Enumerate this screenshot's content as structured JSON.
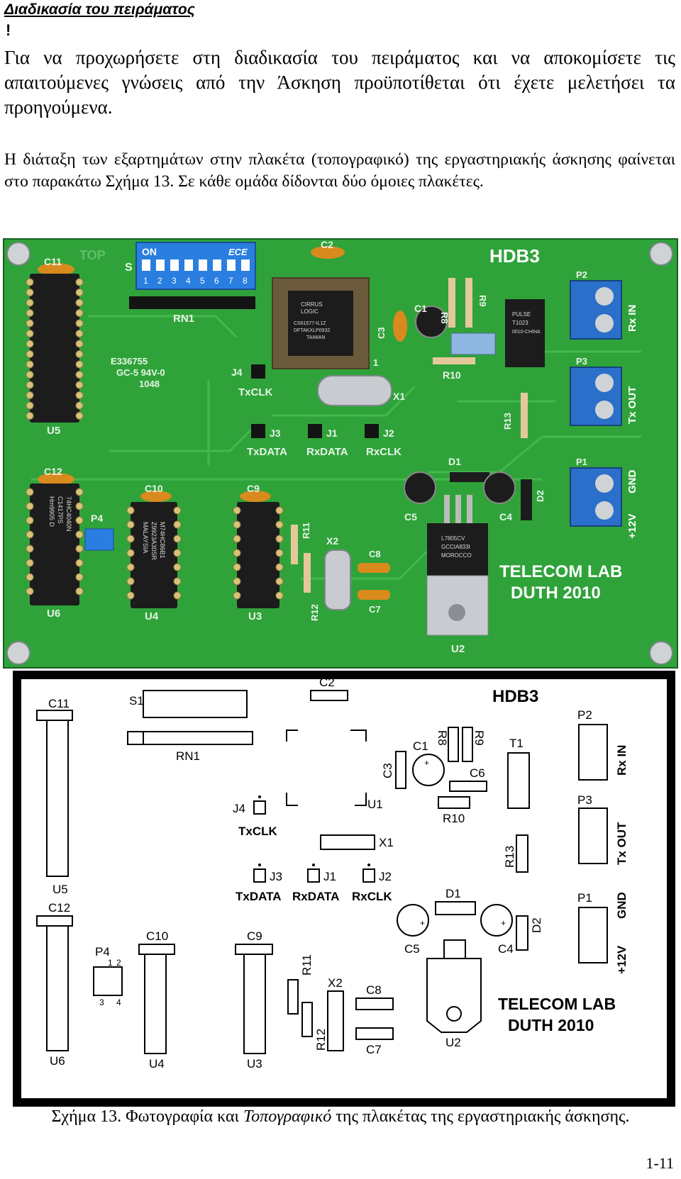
{
  "heading": "Διαδικασία του πειράματος",
  "exclamation": "!",
  "paragraph_1": "Για να προχωρήσετε στη διαδικασία του πειράματος και να αποκομίσετε τις απαιτούμενες γνώσεις από την Άσκηση προϋποτίθεται ότι έχετε μελετήσει τα προηγούμενα.",
  "paragraph_2": "Η διάταξη των εξαρτημάτων στην πλακέτα (τοπογραφικό) της εργαστηριακής άσκησης φαίνεται στο παρακάτω Σχήμα 13. Σε κάθε ομάδα δίδονται δύο όμοιες πλακέτες.",
  "board": {
    "title": "HDB3",
    "lab_line1": "TELECOM LAB",
    "lab_line2": "DUTH 2010",
    "top_label": "TOP",
    "dip": {
      "on": "ON",
      "brand": "ECE",
      "numbers": [
        "1",
        "2",
        "3",
        "4",
        "5",
        "6",
        "7",
        "8"
      ]
    },
    "pcb_marking": [
      "E336755",
      "GC-5 94V-0",
      "1048"
    ],
    "chip_u1": [
      "CIRRUS",
      "LOGIC",
      "CS61577-IL1Z",
      "DFTAKXLP0932",
      "TAIWAN"
    ],
    "chip_u6": [
      "74HC4040N",
      "C1417PS",
      "Hm9905  D"
    ],
    "chip_u4": [
      "M74HC86B1",
      "Z9923A30SR",
      "MALAYSIA"
    ],
    "chip_t1": [
      "PULSE",
      "T1023",
      "0010-CHINA"
    ],
    "chip_u2": [
      "L7805CV",
      "GCCIA833I",
      "MOROCCO"
    ],
    "connector_labels": [
      "Rx IN",
      "Tx OUT",
      "GND",
      "+12V"
    ],
    "probe_labels": [
      "TxCLK",
      "TxDATA",
      "RxDATA",
      "RxCLK"
    ],
    "components": {
      "C11": "C11",
      "C12": "C12",
      "C10": "C10",
      "C9": "C9",
      "C2": "C2",
      "C1": "C1",
      "C3": "C3",
      "C4": "C4",
      "C5": "C5",
      "C6": "C6",
      "C7": "C7",
      "C8": "C8",
      "U1": "U1",
      "U2": "U2",
      "U3": "U3",
      "U4": "U4",
      "U5": "U5",
      "U6": "U6",
      "R8": "R8",
      "R9": "R9",
      "R10": "R10",
      "R11": "R11",
      "R12": "R12",
      "R13": "R13",
      "D1": "D1",
      "D2": "D2",
      "X1": "X1",
      "X2": "X2",
      "T1": "T1",
      "P1": "P1",
      "P2": "P2",
      "P3": "P3",
      "P4": "P4",
      "J1": "J1",
      "J2": "J2",
      "J3": "J3",
      "J4": "J4",
      "S1": "S1",
      "S": "S",
      "RN1": "RN1"
    },
    "p4_pins": [
      "1",
      "2",
      "3",
      "4"
    ],
    "polarity_plus": "+"
  },
  "caption": {
    "prefix": "Σχήμα 13. Φωτογραφία και ",
    "italic": "Τοπογραφικό",
    "suffix": " της πλακέτας της εργαστηριακής άσκησης."
  },
  "page_number": "1-11",
  "colors": {
    "pcb_green": "#2fa33a",
    "pcb_dark_green": "#1f7f2a",
    "silkscreen": "#e8f4e8",
    "terminal_blue": "#2a6fc9",
    "dip_blue": "#2a7ee0",
    "capacitor_orange": "#d98a1c"
  }
}
